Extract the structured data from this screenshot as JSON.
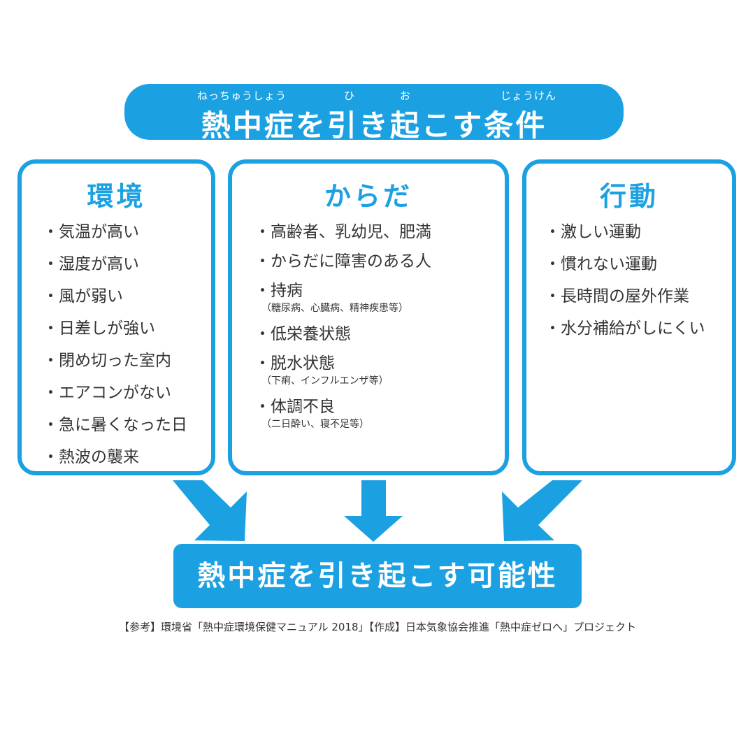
{
  "header": {
    "ruby": {
      "nettyuushou": "ねっちゅうしょう",
      "hi": "ひ",
      "o": "お",
      "jouken": "じょうけん"
    },
    "title": "熱中症を引き起こす条件"
  },
  "panels": [
    {
      "title": "環境",
      "items": [
        {
          "text": "・気温が高い",
          "note": ""
        },
        {
          "text": "・湿度が高い",
          "note": ""
        },
        {
          "text": "・風が弱い",
          "note": ""
        },
        {
          "text": "・日差しが強い",
          "note": ""
        },
        {
          "text": "・閉め切った室内",
          "note": ""
        },
        {
          "text": "・エアコンがない",
          "note": ""
        },
        {
          "text": "・急に暑くなった日",
          "note": ""
        },
        {
          "text": "・熱波の襲来",
          "note": ""
        }
      ]
    },
    {
      "title": "からだ",
      "items": [
        {
          "text": "・高齢者、乳幼児、肥満",
          "note": ""
        },
        {
          "text": "・からだに障害のある人",
          "note": ""
        },
        {
          "text": "・持病",
          "note": "（糖尿病、心臓病、精神疾患等）"
        },
        {
          "text": "・低栄養状態",
          "note": ""
        },
        {
          "text": "・脱水状態",
          "note": "（下痢、インフルエンザ等）"
        },
        {
          "text": "・体調不良",
          "note": "（二日酔い、寝不足等）"
        }
      ]
    },
    {
      "title": "行動",
      "items": [
        {
          "text": "・激しい運動",
          "note": ""
        },
        {
          "text": "・慣れない運動",
          "note": ""
        },
        {
          "text": "・長時間の屋外作業",
          "note": ""
        },
        {
          "text": "・水分補給がしにくい",
          "note": ""
        }
      ]
    }
  ],
  "result": {
    "label": "熱中症を引き起こす可能性"
  },
  "source": "【参考】環境省「熱中症環境保健マニュアル 2018」【作成】日本気象協会推進「熱中症ゼロへ」プロジェクト",
  "colors": {
    "accent": "#1ba1e2",
    "text": "#333333",
    "background": "#ffffff"
  }
}
